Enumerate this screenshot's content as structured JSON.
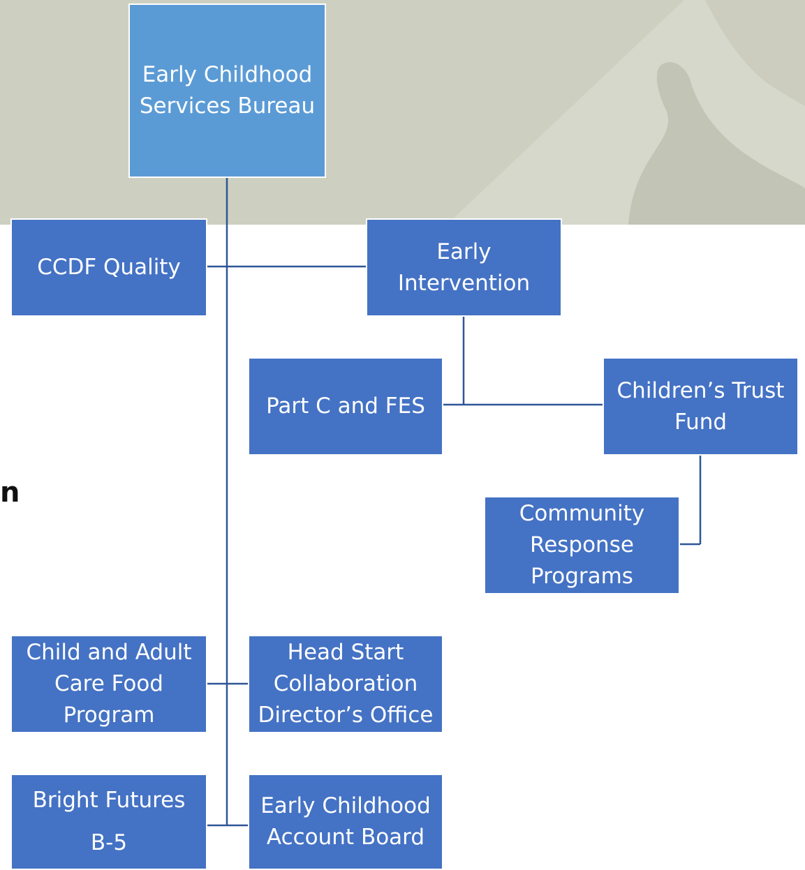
{
  "diagram": {
    "top": {
      "line1": "Early Childhood",
      "line2": "Services Bureau"
    },
    "ccdf": "CCDF Quality",
    "ei": {
      "line1": "Early",
      "line2": "Intervention"
    },
    "partc": "Part C and FES",
    "ctf": {
      "line1": "Children’s Trust",
      "line2": "Fund"
    },
    "crp": {
      "line1": "Community",
      "line2": "Response",
      "line3": "Programs"
    },
    "cacfp": {
      "line1": "Child and Adult",
      "line2": "Care Food",
      "line3": "Program"
    },
    "headstart": {
      "line1": "Head Start",
      "line2": "Collaboration",
      "line3": "Director’s Office"
    },
    "bright": {
      "line1": "Bright Futures",
      "line2": "B-5"
    },
    "ecab": {
      "line1": "Early Childhood",
      "line2": "Account Board"
    }
  },
  "edge_text": "n",
  "colors": {
    "box": "#4472c4",
    "top_box": "#5b9bd5",
    "line": "#2f5597",
    "banner": "#cdd0c1"
  }
}
